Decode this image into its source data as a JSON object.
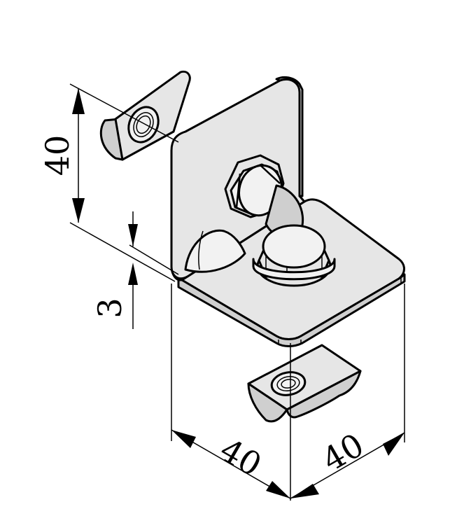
{
  "drawing": {
    "dimensions": {
      "height_label": "40",
      "thickness_label": "3",
      "width_left_label": "40",
      "width_right_label": "40"
    },
    "colors": {
      "line": "#000000",
      "part_fill": "#e6e6e6",
      "background": "#ffffff"
    }
  }
}
